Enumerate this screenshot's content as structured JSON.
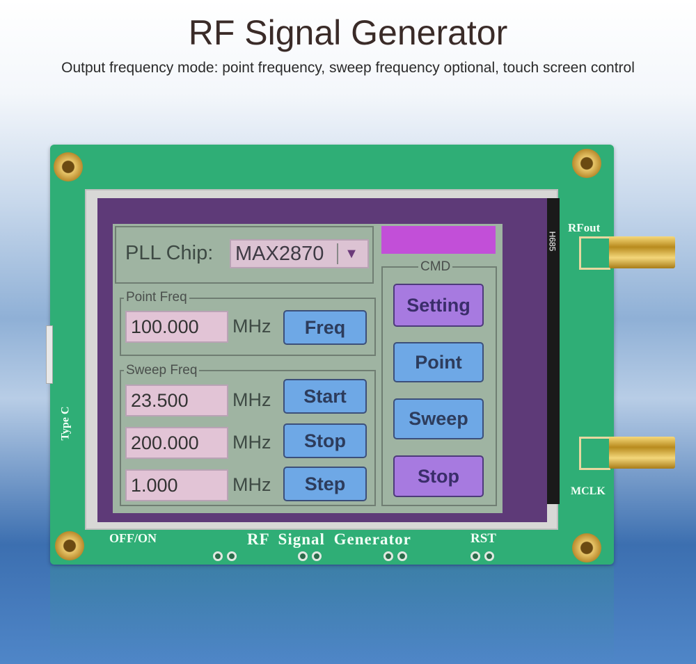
{
  "header": {
    "title": "RF Signal Generator",
    "subtitle": "Output frequency mode: point frequency, sweep frequency optional, touch screen control"
  },
  "board": {
    "silkscreen": {
      "power": "OFF/ON",
      "name": "RF Signal Generator",
      "reset": "RST",
      "rf_out": "RFout",
      "mclk": "MCLK",
      "usb": "Type C",
      "ribbon": "H685"
    }
  },
  "screen": {
    "pll": {
      "label": "PLL Chip:",
      "selected": "MAX2870"
    },
    "point_freq": {
      "group_label": "Point Freq",
      "value": "100.000",
      "unit": "MHz",
      "button": "Freq"
    },
    "sweep_freq": {
      "group_label": "Sweep Freq",
      "rows": [
        {
          "value": "23.500",
          "unit": "MHz",
          "button": "Start"
        },
        {
          "value": "200.000",
          "unit": "MHz",
          "button": "Stop"
        },
        {
          "value": "1.000",
          "unit": "MHz",
          "button": "Step"
        }
      ]
    },
    "cmd": {
      "group_label": "CMD",
      "buttons": [
        "Setting",
        "Point",
        "Sweep",
        "Stop"
      ]
    }
  },
  "colors": {
    "pcb": "#2fae76",
    "lcd_border": "#5e3a78",
    "panel": "#9fb4a2",
    "blue_button": "#6ea8e6",
    "purple_button": "#a77ae0",
    "status_bar": "#c24fd8"
  }
}
